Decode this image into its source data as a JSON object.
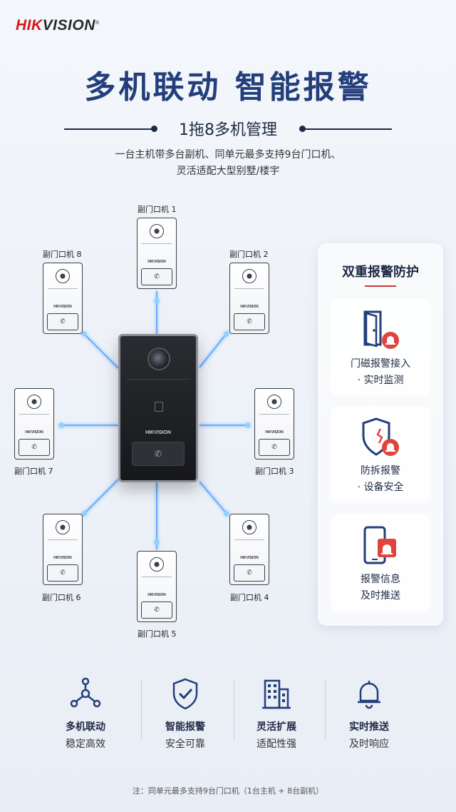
{
  "brand": {
    "hik": "HIK",
    "vision": "VISION",
    "reg": "®"
  },
  "title": "多机联动  智能报警",
  "subtitle": "1拖8多机管理",
  "description": [
    "一台主机带多台副机、同单元最多支持9台门口机、",
    "灵活适配大型别墅/楼宇"
  ],
  "main_unit": {
    "brand": "HIKVISION",
    "call_icon": "✆"
  },
  "sub_units": {
    "brand": "HIKVISION",
    "call_icon": "✆",
    "labels": [
      "副门口机 1",
      "副门口机 2",
      "副门口机 3",
      "副门口机 4",
      "副门口机 5",
      "副门口机 6",
      "副门口机 7",
      "副门口机 8"
    ]
  },
  "right_panel": {
    "title": "双重报警防护",
    "cards": [
      {
        "icon": "door-alarm-icon",
        "line1": "门磁报警接入",
        "line2": "· 实时监测"
      },
      {
        "icon": "shield-alarm-icon",
        "line1": "防拆报警",
        "line2": "· 设备安全"
      },
      {
        "icon": "phone-alarm-icon",
        "line1": "报警信息",
        "line2": "及时推送"
      }
    ]
  },
  "features": [
    {
      "icon": "network-icon",
      "line1": "多机联动",
      "line2": "稳定高效"
    },
    {
      "icon": "shield-check-icon",
      "line1": "智能报警",
      "line2": "安全可靠"
    },
    {
      "icon": "building-icon",
      "line1": "灵活扩展",
      "line2": "适配性强"
    },
    {
      "icon": "bell-icon",
      "line1": "实时推送",
      "line2": "及时响应"
    }
  ],
  "note": "注：同单元最多支持9台门口机（1台主机 + 8台副机）",
  "colors": {
    "title": "#233e7a",
    "accent_red": "#d7141a",
    "alarm_red": "#e0443c",
    "icon_blue": "#233e7a"
  }
}
